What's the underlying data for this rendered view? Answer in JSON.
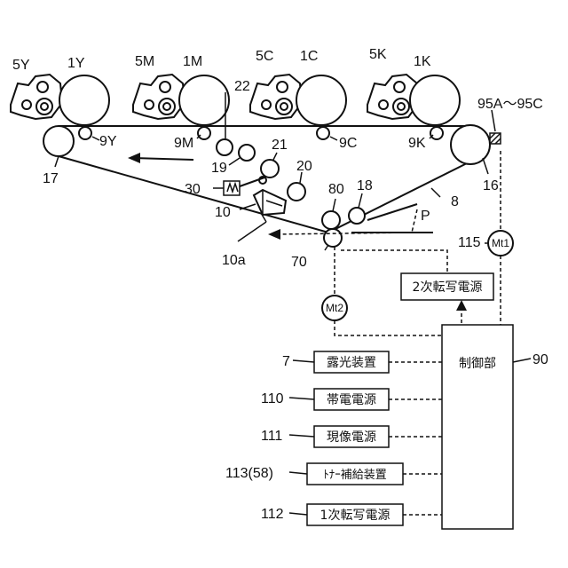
{
  "labels": {
    "u5y": "5Y",
    "u1y": "1Y",
    "u5m": "5M",
    "u1m": "1M",
    "u5c": "5C",
    "u1c": "1C",
    "u5k": "5K",
    "u1k": "1K",
    "sensor": "95A～95C",
    "r9y": "9Y",
    "r9m": "9M",
    "r9c": "9C",
    "r9k": "9K",
    "r17": "17",
    "r16": "16",
    "r22": "22",
    "r19": "19",
    "r21": "21",
    "r20": "20",
    "r30": "30",
    "r10": "10",
    "r10a": "10a",
    "r80": "80",
    "r18": "18",
    "r8": "8",
    "rP": "P",
    "r70": "70",
    "r115": "115",
    "r90": "90",
    "r7": "7",
    "r110": "110",
    "r111": "111",
    "r113": "113(58)",
    "r112": "112"
  },
  "motors": {
    "mt1": "Mt1",
    "mt2": "Mt2"
  },
  "boxes": {
    "secondary_power": "2次転写電源",
    "controller": "制御部",
    "exposure": "露光装置",
    "charge_power": "帯電電源",
    "develop_power": "現像電源",
    "toner_supply": "ﾄﾅｰ補給装置",
    "primary_power": "1次転写電源"
  }
}
